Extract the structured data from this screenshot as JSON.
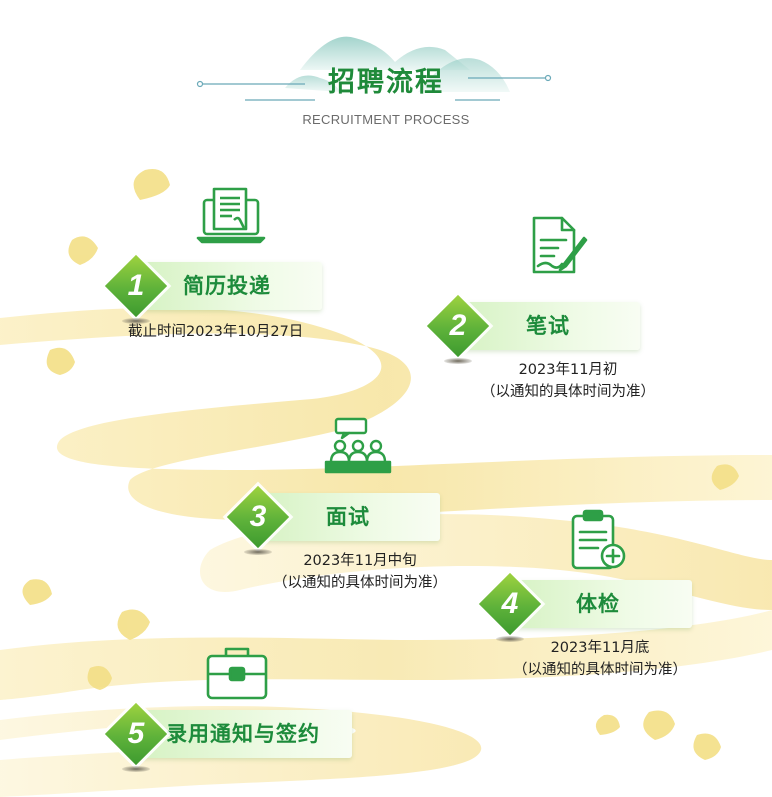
{
  "header": {
    "title": "招聘流程",
    "subtitle": "RECRUITMENT PROCESS"
  },
  "colors": {
    "accent_green": "#1d8b3b",
    "icon_green": "#2e9f47",
    "ribbon_yellow": "#f7e7a6",
    "ginkgo_yellow": "#f3e089"
  },
  "steps": [
    {
      "number": "1",
      "label": "简历投递",
      "icon": "resume-laptop-icon",
      "lines": [
        "截止时间2023年10月27日"
      ]
    },
    {
      "number": "2",
      "label": "笔试",
      "icon": "document-pen-icon",
      "lines": [
        "2023年11月初",
        "（以通知的具体时间为准）"
      ]
    },
    {
      "number": "3",
      "label": "面试",
      "icon": "interview-panel-icon",
      "lines": [
        "2023年11月中旬",
        "（以通知的具体时间为准）"
      ]
    },
    {
      "number": "4",
      "label": "体检",
      "icon": "medical-clipboard-icon",
      "lines": [
        "2023年11月底",
        "（以通知的具体时间为准）"
      ]
    },
    {
      "number": "5",
      "label": "录用通知与签约",
      "icon": "briefcase-icon",
      "lines": []
    }
  ]
}
